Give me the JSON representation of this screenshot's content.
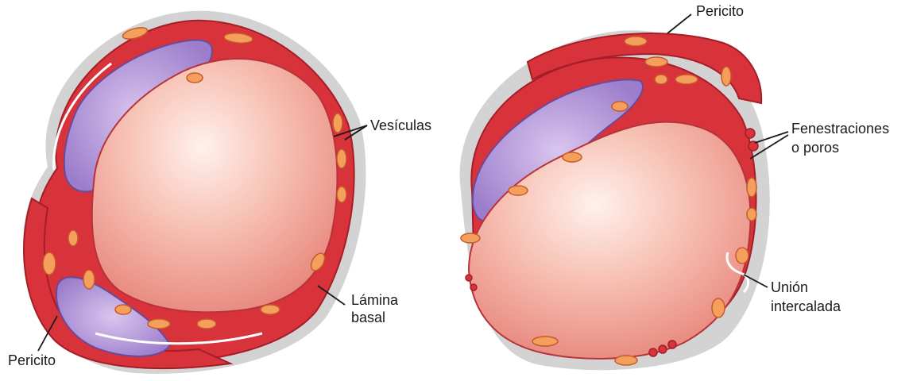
{
  "labels": {
    "left_vesiculas": "Vesículas",
    "left_lamina_1": "Lámina",
    "left_lamina_2": "basal",
    "left_pericito": "Pericito",
    "right_pericito": "Pericito",
    "right_fenestraciones_1": "Fenestraciones",
    "right_fenestraciones_2": "o poros",
    "right_union_1": "Unión",
    "right_union_2": "intercalada"
  },
  "colors": {
    "basal_lamina": "#d3d3d3",
    "endothelium": "#d8323a",
    "endothelium_edge": "#a51e27",
    "lumen_center": "#fde4dc",
    "lumen_edge": "#ea8f86",
    "nucleus": "#b79ad6",
    "nucleus_edge": "#6a4a9a",
    "mitochondria": "#f4a05c",
    "mitochondria_edge": "#c65a2a"
  }
}
